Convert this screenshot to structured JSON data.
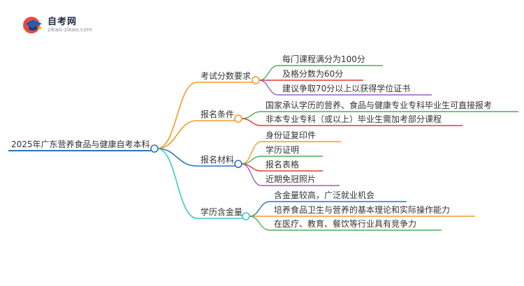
{
  "logo": {
    "name": "自考网",
    "url": "zikao-zikao.com"
  },
  "mindmap": {
    "root": "2025年广东营养食品与健康自考本科",
    "branches": [
      {
        "label": "考试分数要求",
        "color": "#f39a2b",
        "children": [
          {
            "label": "每门课程满分为100分",
            "color": "#4caf50"
          },
          {
            "label": "及格分数为60分",
            "color": "#e53935"
          },
          {
            "label": "建议争取70分以上以获得学位证书",
            "color": "#9c5fc4"
          }
        ]
      },
      {
        "label": "报名条件",
        "color": "#f39a2b",
        "children": [
          {
            "label": "国家承认学历的营养、食品与健康专业专科毕业生可直接报考",
            "color": "#4caf50"
          },
          {
            "label": "非本专业专科（或以上）毕业生需加考部分课程",
            "color": "#e53935"
          }
        ]
      },
      {
        "label": "报名材料",
        "color": "#2a74b8",
        "children": [
          {
            "label": "身份证复印件",
            "color": "#f39a2b"
          },
          {
            "label": "学历证明",
            "color": "#4caf50"
          },
          {
            "label": "报名表格",
            "color": "#e53935"
          },
          {
            "label": "近期免冠照片",
            "color": "#9c5fc4"
          }
        ]
      },
      {
        "label": "学历含金量",
        "color": "#3cc9c9",
        "children": [
          {
            "label": "含金量较高，广泛就业机会",
            "color": "#2a74b8"
          },
          {
            "label": "培养食品卫生与营养的基本理论和实际操作能力",
            "color": "#f39a2b"
          },
          {
            "label": "在医疗、教育、餐饮等行业具有竞争力",
            "color": "#4caf50"
          }
        ]
      }
    ]
  }
}
